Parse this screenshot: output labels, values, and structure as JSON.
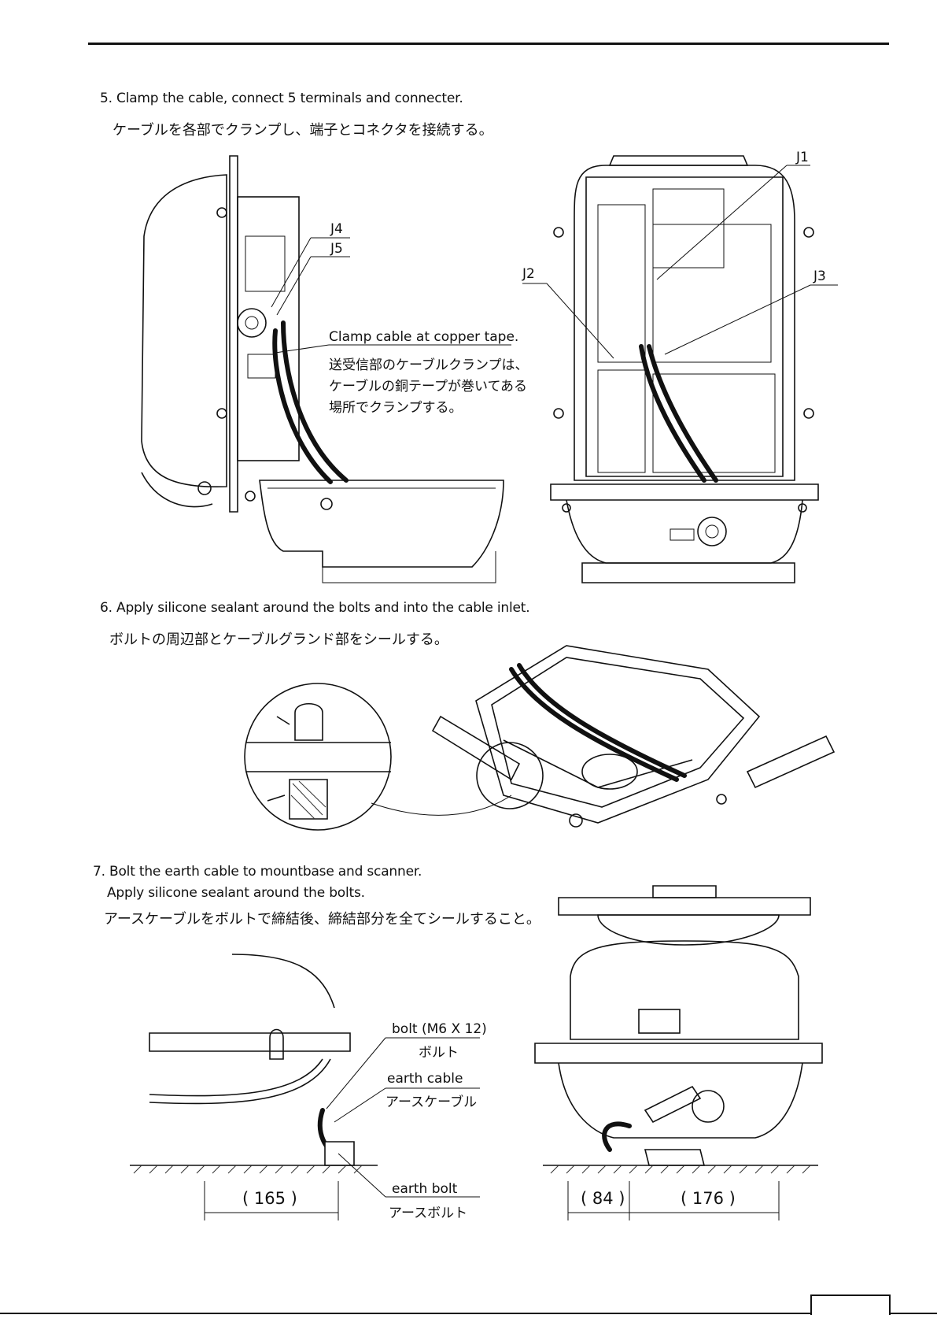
{
  "step5": {
    "en": "5. Clamp the cable, connect 5 terminals and connecter.",
    "jp": "ケーブルを各部でクランプし、端子とコネクタを接続する。"
  },
  "fig5_labels": {
    "j4": "J4",
    "j5": "J5",
    "j1": "J1",
    "j2": "J2",
    "j3": "J3",
    "clamp_en": "Clamp cable at copper tape.",
    "clamp_jp_1": "送受信部のケーブルクランプは、",
    "clamp_jp_2": "ケーブルの銅テープが巻いてある",
    "clamp_jp_3": "場所でクランプする。"
  },
  "step6": {
    "en": "6. Apply silicone sealant around the bolts and into the cable inlet.",
    "jp": "ボルトの周辺部とケーブルグランド部をシールする。"
  },
  "step7": {
    "en1": "7. Bolt the earth cable to mountbase and scanner.",
    "en2": "Apply silicone sealant around the bolts.",
    "jp": "アースケーブルをボルトで締結後、締結部分を全てシールすること。"
  },
  "fig7_labels": {
    "bolt_en": "bolt (M6 X 12)",
    "bolt_jp": "ボルト",
    "earth_cable_en": "earth cable",
    "earth_cable_jp": "アースケーブル",
    "earth_bolt_en": "earth bolt",
    "earth_bolt_jp": "アースボルト",
    "dim_165": "( 165 )",
    "dim_84": "( 84 )",
    "dim_176": "( 176 )"
  }
}
